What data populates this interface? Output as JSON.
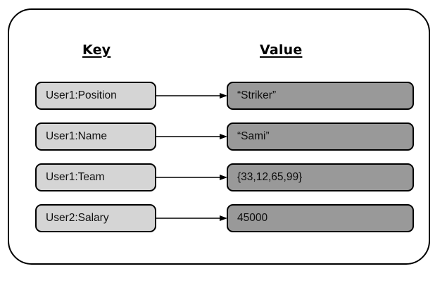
{
  "diagram": {
    "title_columns": {
      "key_header": "Key",
      "value_header": "Value"
    },
    "rows": [
      {
        "key": "User1:Position",
        "value": "“Striker”",
        "connector": "arrow-right"
      },
      {
        "key": "User1:Name",
        "value": "“Sami”",
        "connector": "arrow-right"
      },
      {
        "key": "User1:Team",
        "value": "{33,12,65,99}",
        "connector": "arrow-right"
      },
      {
        "key": "User2:Salary",
        "value": "45000",
        "connector": "arrow-right"
      }
    ],
    "colors": {
      "key_box_fill": "#d5d5d5",
      "value_box_fill": "#999999",
      "border": "#000000",
      "background": "#ffffff",
      "text": "#000000"
    }
  }
}
